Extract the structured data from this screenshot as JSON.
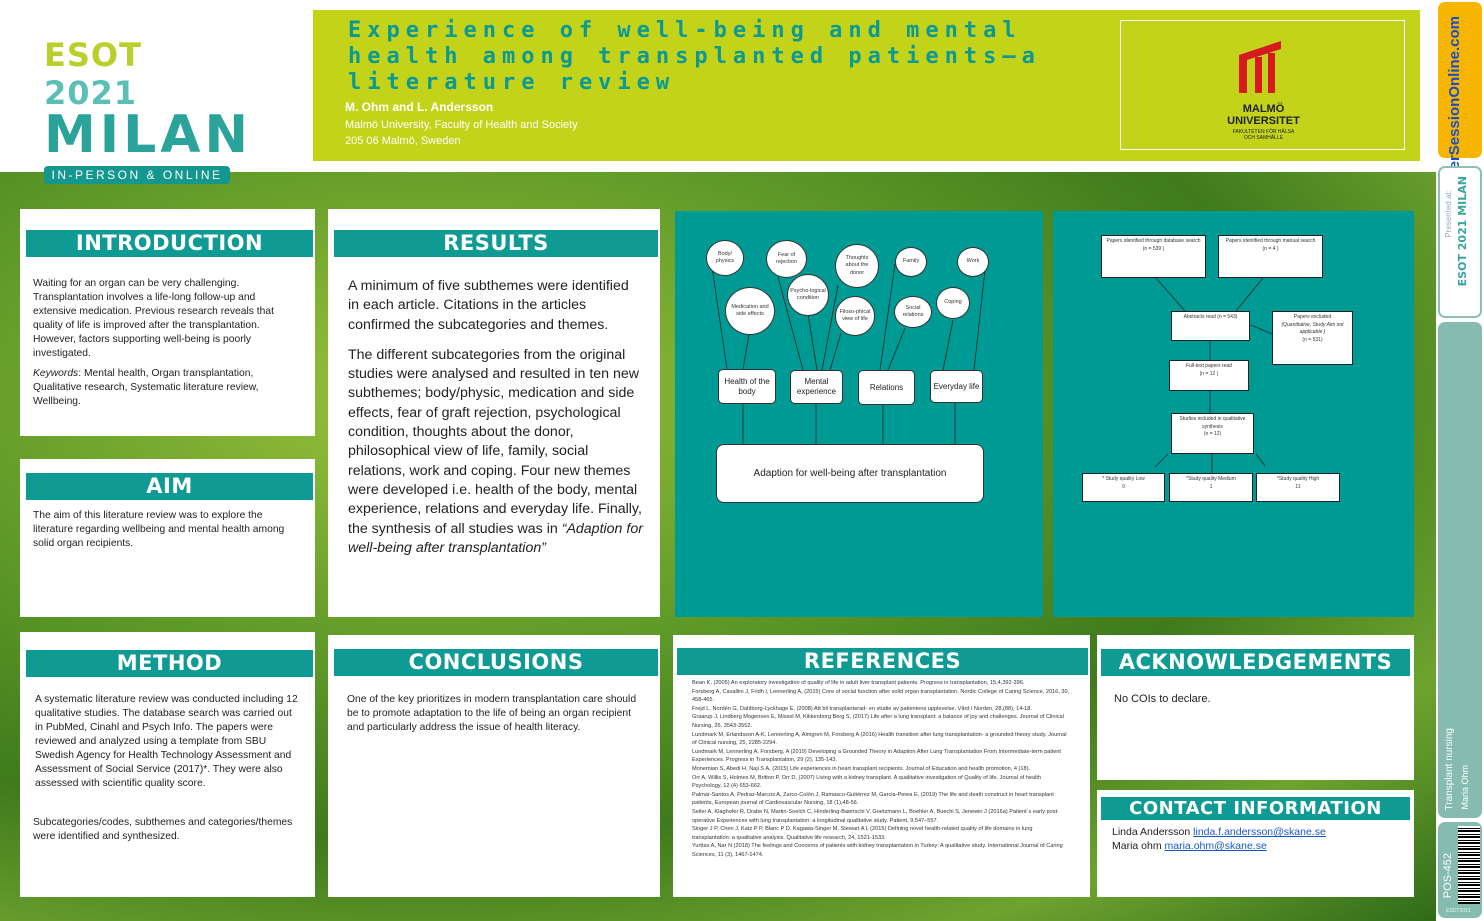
{
  "logo": {
    "line1a": "ESOT",
    "line1b": "2021",
    "line2": "MILAN",
    "pill": "IN-PERSON & ONLINE"
  },
  "header": {
    "title": "Experience of well-being and mental health among transplanted patients–a literature review",
    "authors": "M. Ohm and L. Andersson",
    "affiliation1": "Malmö University, Faculty of Health and Society",
    "affiliation2": "205 06 Malmö, Sweden"
  },
  "university": {
    "name1": "MALMÖ",
    "name2": "UNIVERSITET",
    "faculty1": "FAKULTETEN FÖR HÄLSA",
    "faculty2": "OCH SAMHÄLLE"
  },
  "introduction": {
    "heading": "INTRODUCTION",
    "text": "Waiting for an organ can be very challenging. Transplantation involves a life-long follow-up and extensive medication. Previous research reveals that quality of life is improved after the transplantation. However, factors supporting well-being is poorly investigated.",
    "keywords_label": "Keywords",
    "keywords": ": Mental health, Organ transplantation, Qualitative research, Systematic literature review, Wellbeing."
  },
  "aim": {
    "heading": "AIM",
    "text": "The aim of this literature review was to explore the literature regarding wellbeing and mental health among solid organ recipients."
  },
  "results": {
    "heading": "RESULTS",
    "p1": "A minimum of five subthemes were identified in each article. Citations in the articles confirmed the subcategories and themes.",
    "p2": "The different subcategories from the original studies were analysed and resulted in ten new subthemes; body/physic, medication and side effects, fear of graft rejection, psychological condition, thoughts about the donor, philosophical view of life, family, social relations, work and coping. Four new themes were developed i.e. health of the body, mental experience, relations and everyday life. Finally, the synthesis of all studies was in ",
    "p2_italic": "“Adaption for well-being after transplantation”"
  },
  "themes_diagram": {
    "subthemes": [
      "Body/ physics",
      "Fear of rejection",
      "Thoughts about the donor",
      "Family",
      "Work",
      "Psycho-logical condition",
      "Medication and side effects",
      "Filoso-phical view of life",
      "Social relations",
      "Coping"
    ],
    "themes": [
      "Health of the body",
      "Mental experience",
      "Relations",
      "Everyday life"
    ],
    "synthesis": "Adaption for well-being after transplantation"
  },
  "flow_diagram": {
    "db_search": "Papers identified through database search",
    "db_n": "(n = 539 )",
    "manual_search": "Papers identified through manual search",
    "manual_n": "(n = 4 )",
    "abstracts": "Abstracts read (n = 543)",
    "excluded": "Papers excluded",
    "excluded_reason": "(Quantitative, Study Aim not applicable )",
    "excluded_n": "(n = 531)",
    "fulltext": "Full-text papers read",
    "fulltext_n": "(n = 12 )",
    "included": "Studies included in qualitative synthesis",
    "included_n": "(n = 12)",
    "low": "* Study quality Low",
    "low_n": "0",
    "medium": "*Study quality Medium",
    "medium_n": "1",
    "high": "*Study quality High",
    "high_n": "11"
  },
  "method": {
    "heading": "METHOD",
    "p1": "A systematic literature review was conducted including 12 qualitative studies. The database search was carried out in PubMed, Cinahl and Psych Info. The papers were reviewed and analyzed using a template from SBU Swedish Agency for Health Technology Assessment and Assessment of Social Service (2017)*. They were also assessed with scientific quality score.",
    "p2": "Subcategories/codes, subthemes and categories/themes were identified and synthesized."
  },
  "conclusions": {
    "heading": "CONCLUSIONS",
    "text": "One of the key prioritizes in modern transplantation care should be to promote adaptation to the life of being an organ recipient and particularly address  the issue of health literacy."
  },
  "references": {
    "heading": "REFERENCES",
    "items": [
      "Bean K, (2005) An exploratory investigation of quality of life in adult liver transplant patients. Progress in transplantation, 15,4,392-396.",
      "Forsberg A, Cavallini J, Fridh I, Lennerling A, (2015) Core of social function after solid organ transplantation. Nordic College of Caring Science, 2016, 30, 458-465.",
      "Frejd L, Nordén G, Dahlborg-Lyckhage E, (2008) Att bli transplanterad- en studie av patientens upplevelse. Vård i Norden, 28,(88), 14-18.",
      "Graarup J, Lindberg Mogensen E, Missel M, Kikkenborg Berg S, (2017) Life after a lung transplant: a balance of joy and challenges. Journal of Clinical Nursing, 26, 3543-3552.",
      "Lundmark M, Erlandsson A-K, Lennerling A, Almgren M, Forsberg A (2016) Health transition after lung transplantation- a grounded theory study. Journal of Clinical nursing, 25, 2285-2294.",
      "Lundmark M, Lennerling A, Forsberg, A (2019) Developing a Grounded Theory in Adaption After Lung Transplantation From Intermediate-term patient Experiences. Progress in Transplantation, 29 (2), 135-143.",
      "Monemian S, Abedi H, Naji S A, (2015) Life experiences in heart transplant recipients. Journal of Education and health promotion, 4 (18).",
      "Orr A, Willis S, Holmes M, Britton P, Orr D, (2007) Living with a kidney transplant. A qualitative investigation of Quality of life. Journal of health Psychology, 12 (4) 653-662.",
      "Palmar-Santos A, Pedraz-Marcos A, Zarco-Colón J, Ramasco-Gutiérrez M, Garcia-Perea E, (2019) The life and death construct in heart transplant patients, European journal of Cardiovascular Nursing, 18 (1),48-56.",
      "Seiler A, Klaghofer R, Drabe N, Martin-Soelch C, Hinderling-Baertschi V, Goetzmann L, Boehler A, Buechi S, Jenewin J (2016a) Patient´s early post-operative Experiences with lung transplantation: a longitudinal qualitative study. Patient, 9,547–557.",
      "Singer J P, Chen J, Katz P P, Blanc P D, Kagawa-Singer M, Stewart A L (2015) Defining novel health-related quality of life domains in lung transplantation: a qualitative analysis. Qualitative life research, 24, 1521-1533.",
      "Yurttas A, Nar N (2018) The feelings and Concerns of patients with kidney transplantation in Turkey: A qualitative study. International Journal of Caring Sciences, 11 (3), 1467-1474."
    ]
  },
  "acknowledgements": {
    "heading": "ACKNOWLEDGEMENTS",
    "text": "No COIs to declare."
  },
  "contact": {
    "heading": "CONTACT INFORMATION",
    "people": [
      {
        "name": "Linda Andersson ",
        "email": "linda.f.andersson@skane.se"
      },
      {
        "name": "Maria ohm ",
        "email": "maria.ohm@skane.se"
      }
    ]
  },
  "sidebar": {
    "poster_session": "PosterSessionOnline.com",
    "presented_at": "Presented at:",
    "esot": "ESOT 2021 MILAN",
    "category": "Transplant nursing",
    "author": "Maria Ohm",
    "poster_id": "POS-452",
    "code": "ESOT2021"
  },
  "colors": {
    "teal": "#0f9a93",
    "lime": "#c3d31a",
    "diagram": "#009a94"
  }
}
